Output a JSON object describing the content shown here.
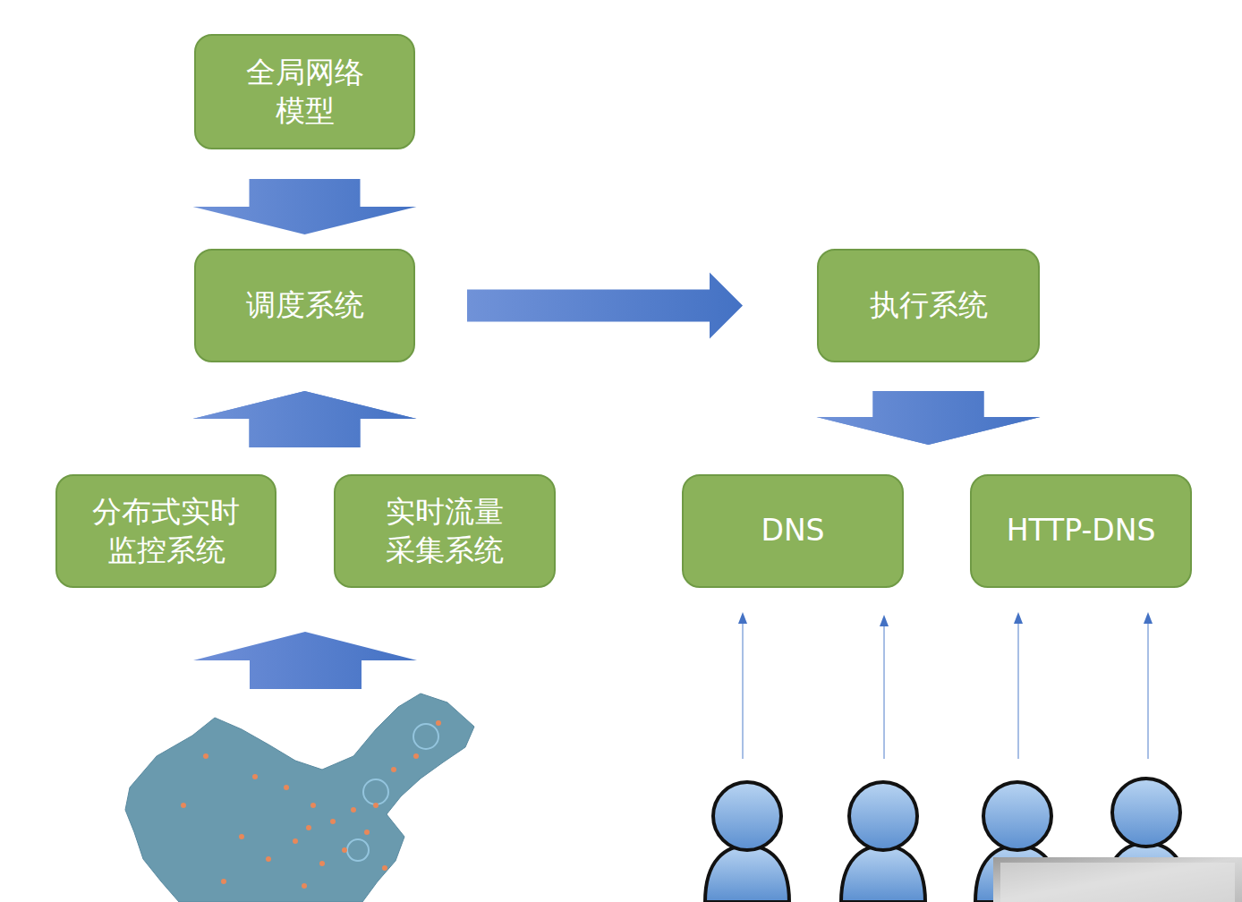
{
  "diagram": {
    "nodes": [
      {
        "text": [
          "全局网络 模型"
        ]
      },
      {
        "text": [
          "调度系统"
        ]
      },
      {
        "text": [
          "执行系统"
        ]
      },
      {
        "text": [
          "分布式实时 监控系统"
        ]
      },
      {
        "text": [
          "实时流量 采集系统"
        ]
      },
      {
        "text": [
          "DNS"
        ]
      },
      {
        "text": [
          "HTTP-DNS"
        ]
      }
    ],
    "edges": [
      {
        "from": 0,
        "to": 1,
        "arrow": "to"
      },
      {
        "from": 1,
        "to": 2,
        "arrow": "to"
      },
      {
        "from": 3,
        "to": 1,
        "arrow": "to"
      },
      {
        "from": 4,
        "to": 1,
        "arrow": "to"
      },
      {
        "from": 2,
        "to": 5,
        "arrow": "to"
      },
      {
        "from": 2,
        "to": 6,
        "arrow": "to"
      }
    ]
  }
}
